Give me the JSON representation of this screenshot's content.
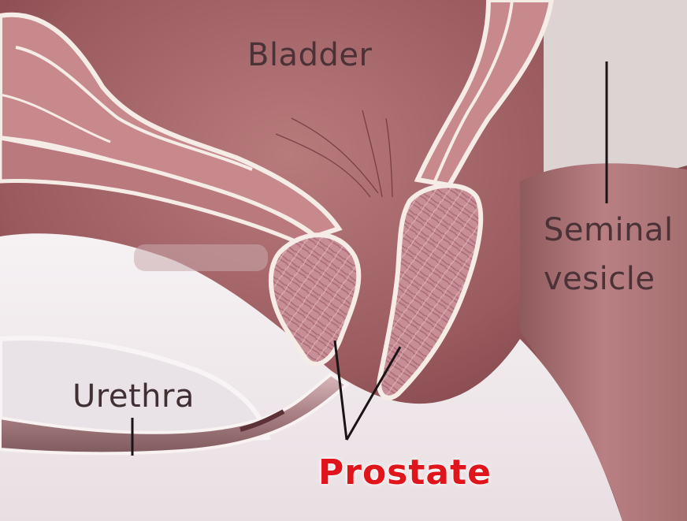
{
  "labels": {
    "bladder": "Bladder",
    "seminal_line1": "Seminal",
    "seminal_line2": "vesicle",
    "urethra": "Urethra",
    "prostate": "Prostate"
  },
  "colors": {
    "background_white": "#ffffff",
    "cavity": "#a96a6c",
    "cavity_dark": "#7d3f45",
    "wall_fill": "#c0878a",
    "wall_outline": "#f6ece6",
    "prostate_tissue": "#c88e96",
    "seminal_vesicle": "#ad7676",
    "pelvic_white": "#f3edef",
    "urethra_tube": "#b78a8e",
    "label_text": "#4a3236",
    "prostate_label": "#e0141b",
    "leader_line": "#1a1416"
  }
}
